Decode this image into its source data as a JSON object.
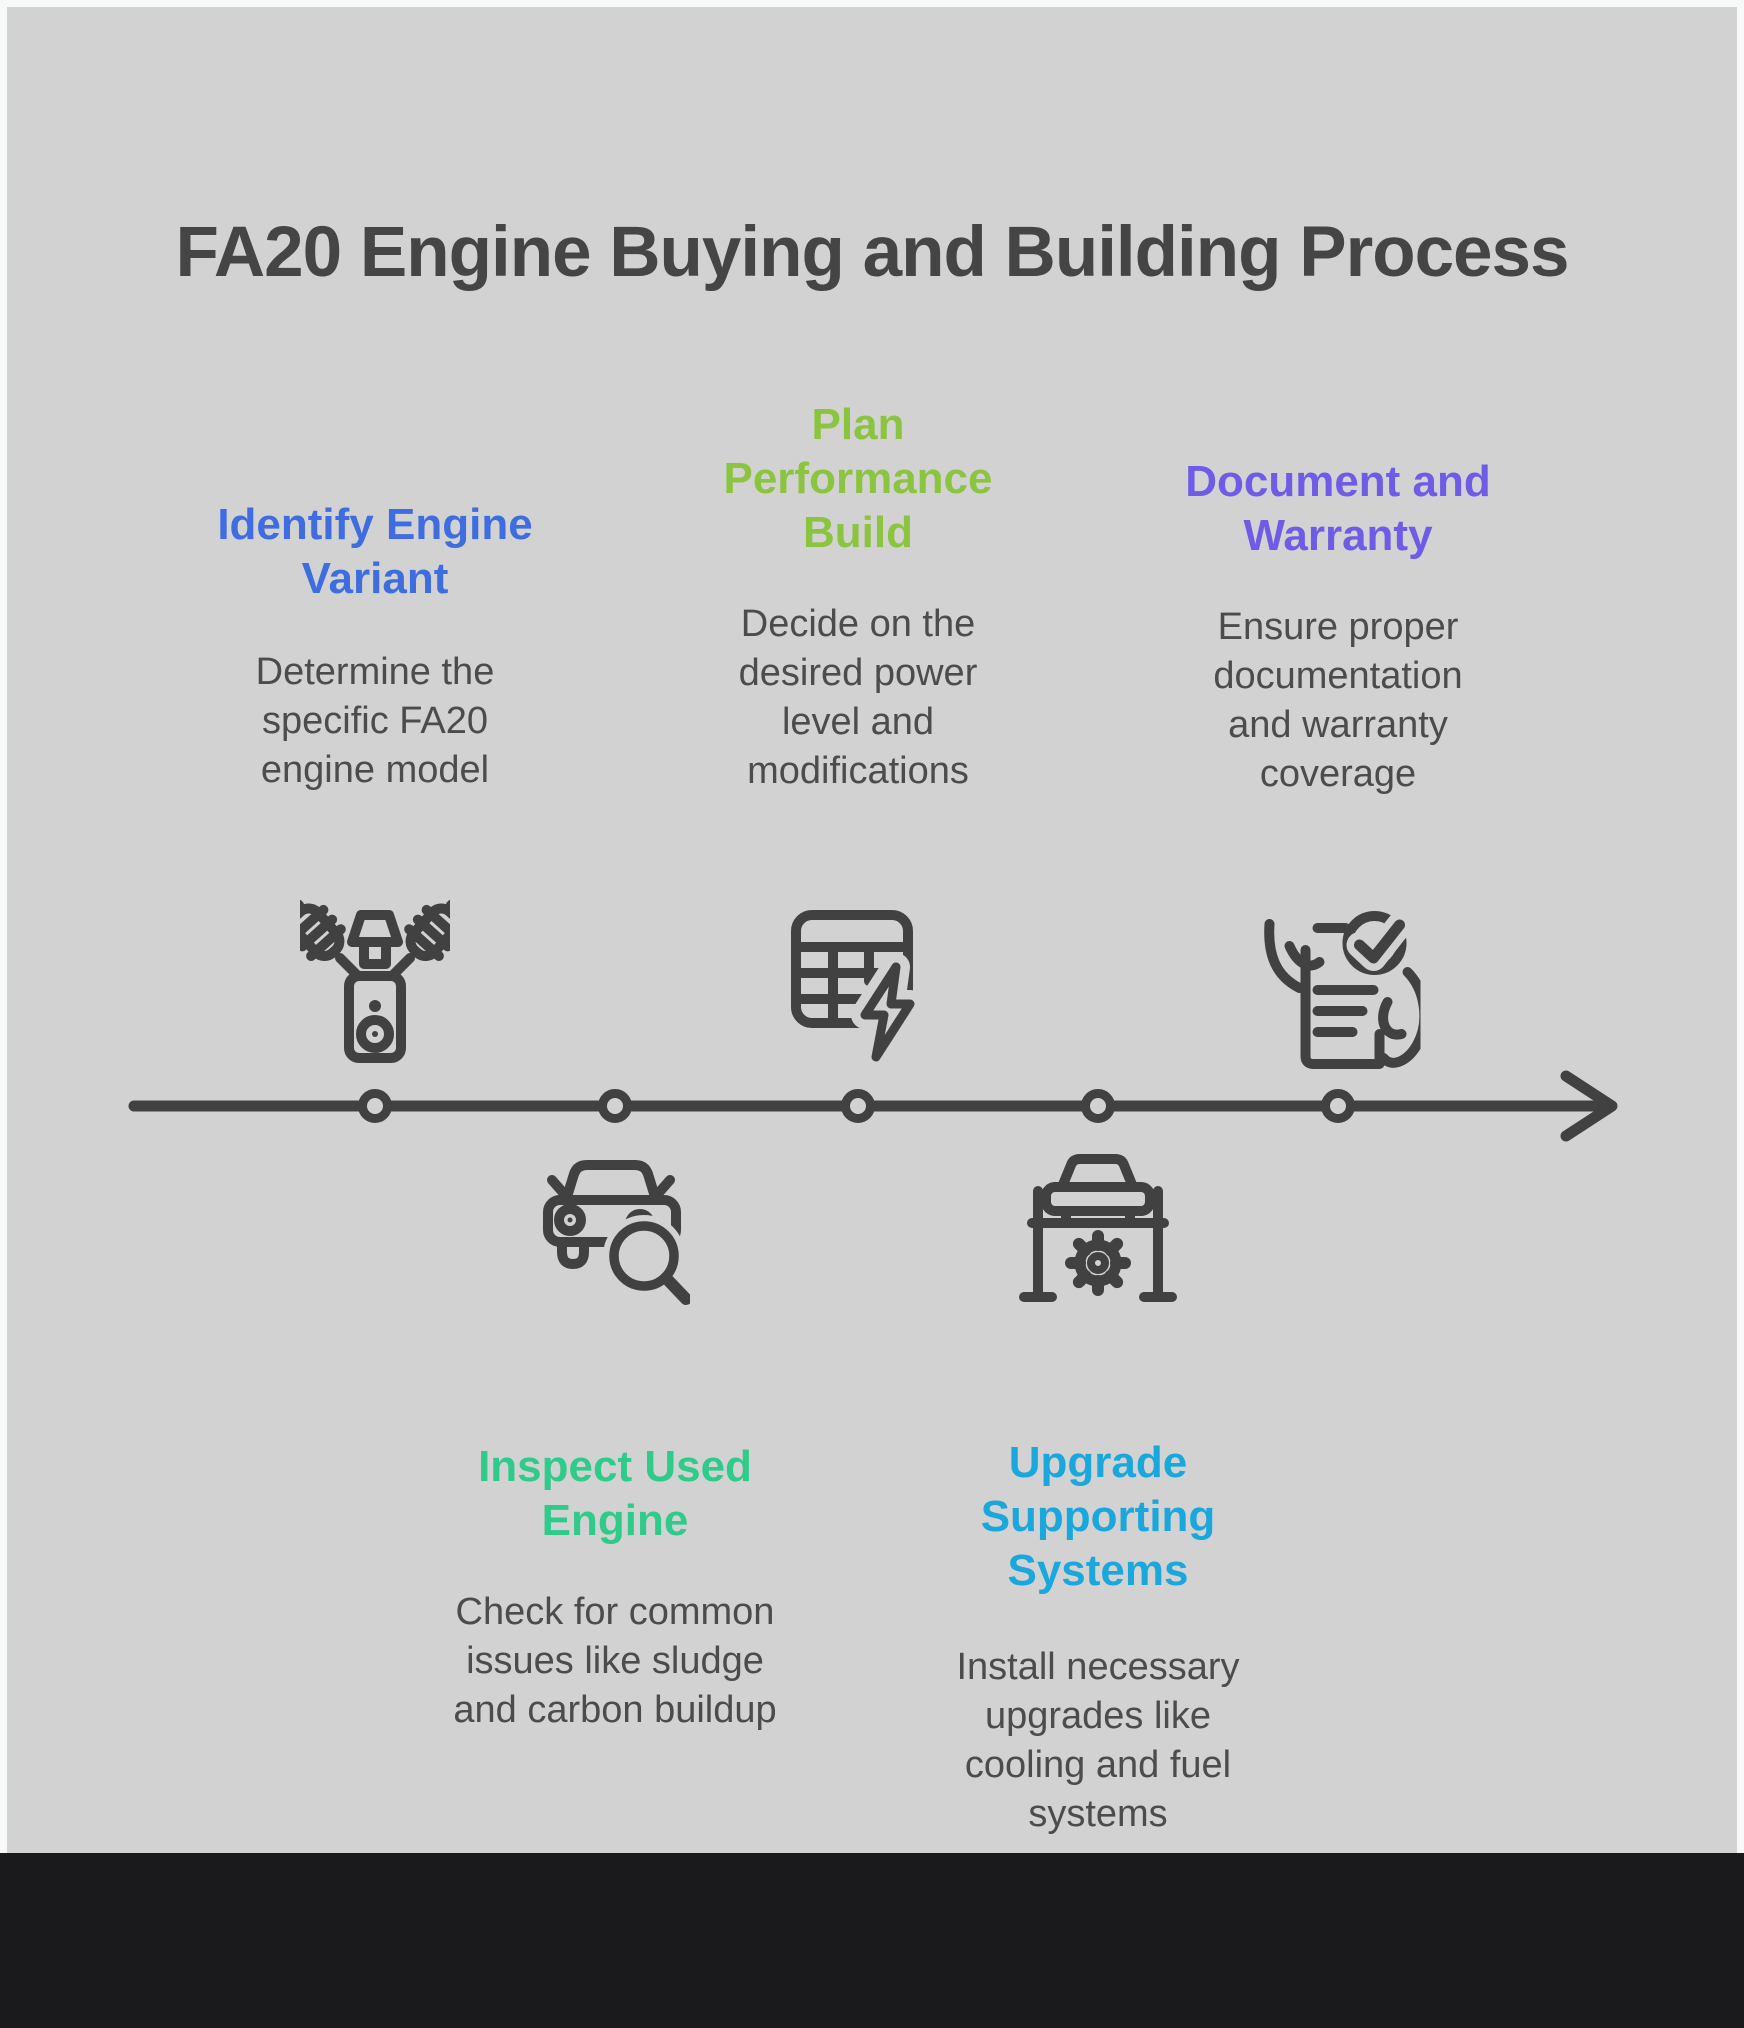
{
  "title": "FA20 Engine Buying and Building Process",
  "colors": {
    "panel_background": "#d2d2d2",
    "frame": "#f7f9f8",
    "footer_bar": "#1a1a1c",
    "title_text": "#454545",
    "body_text": "#4c4c4c",
    "icon_stroke": "#414141"
  },
  "timeline": {
    "node_count": 5,
    "direction": "left-to-right"
  },
  "steps": [
    {
      "title": "Identify Engine\nVariant",
      "description": "Determine the\nspecific FA20\nengine model",
      "color": "#3e6de0",
      "icon": "v-engine-icon",
      "placement": "above-line"
    },
    {
      "title": "Inspect Used\nEngine",
      "description": "Check for common\nissues like sludge\nand carbon buildup",
      "color": "#2ecb8a",
      "icon": "car-inspection-magnifier-icon",
      "placement": "below-line"
    },
    {
      "title": "Plan\nPerformance\nBuild",
      "description": "Decide on the\ndesired power\nlevel and\nmodifications",
      "color": "#8bc43e",
      "icon": "performance-table-lightning-icon",
      "placement": "above-line"
    },
    {
      "title": "Upgrade\nSupporting\nSystems",
      "description": "Install necessary\nupgrades like\ncooling and fuel\nsystems",
      "color": "#1aa7dc",
      "icon": "car-lift-gear-icon",
      "placement": "below-line"
    },
    {
      "title": "Document and\nWarranty",
      "description": "Ensure proper\ndocumentation\nand warranty\ncoverage",
      "color": "#6f5ce6",
      "icon": "document-check-icon",
      "placement": "above-line"
    }
  ]
}
